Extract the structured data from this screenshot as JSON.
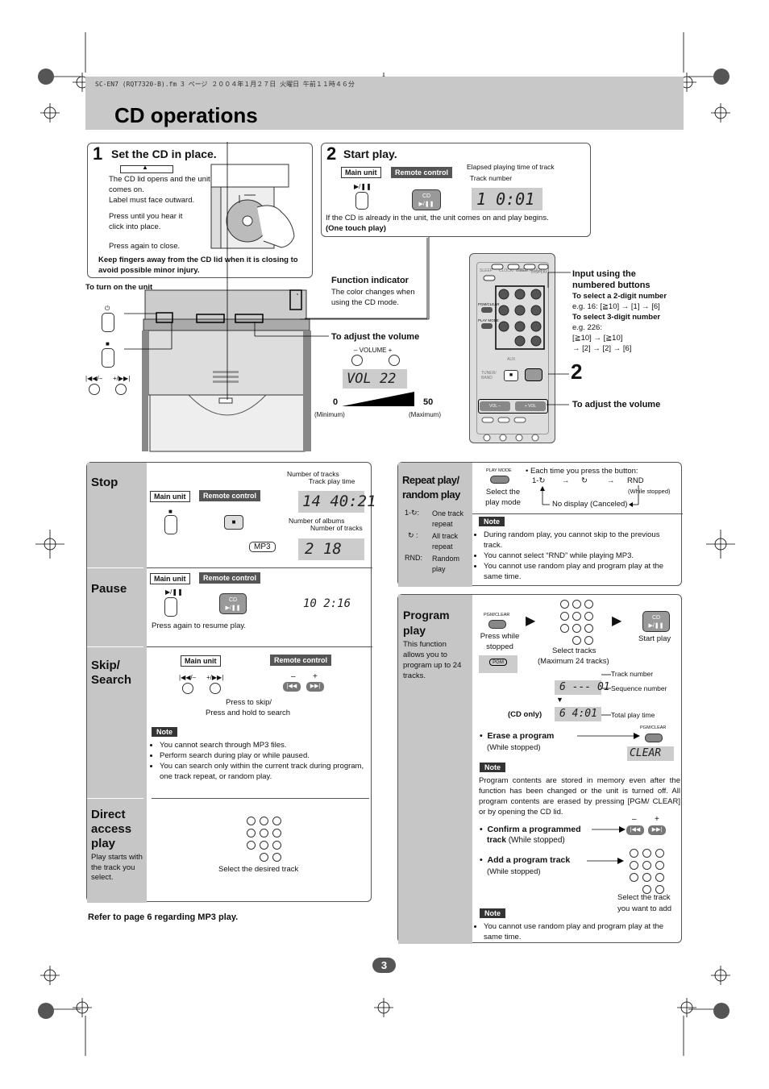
{
  "print_line": "SC-EN7 (RQT7320-B).fm  3 ページ  ２００４年１月２７日  火曜日  午前１１時４６分",
  "page_title": "CD operations",
  "step1": {
    "number": "1",
    "title": "Set the CD in place.",
    "lid_text": "The CD lid opens and the unit comes on.",
    "label_text": "Label must face outward.",
    "press_text": "Press until you hear it click into place.",
    "close_text": "Press again to close.",
    "warning": "Keep fingers away from the CD lid when it is closing to avoid possible minor injury."
  },
  "step2": {
    "number": "2",
    "title": "Start play.",
    "main_unit": "Main unit",
    "remote_control": "Remote control",
    "elapsed_label": "Elapsed playing time of track",
    "track_label": "Track number",
    "lcd": "1  0:01",
    "cd_button": "CD",
    "desc": "If the CD is already in the unit, the unit comes on and play begins.",
    "one_touch": "(One touch play)"
  },
  "unit_diagram": {
    "turn_on": "To turn on the unit",
    "function_title": "Function indicator",
    "function_desc": "The color changes when using the CD mode.",
    "volume_title": "To adjust the volume",
    "volume_label": "– VOLUME +",
    "vol_lcd": "VOL 22",
    "vol_min": "0",
    "vol_min_label": "(Minimum)",
    "vol_max": "50",
    "vol_max_label": "(Maximum)",
    "skip_left": "|◀◀/–",
    "skip_right": "+/▶▶|"
  },
  "remote_diagram": {
    "input_title": "Input using the numbered buttons",
    "two_digit": "To select a 2-digit number",
    "two_digit_eg": "e.g. 16: [≧10] → [1] → [6]",
    "three_digit": "To select 3-digit number",
    "three_digit_eg1": "e.g. 226:",
    "three_digit_eg2": "[≧10] → [≧10]",
    "three_digit_eg3": "→ [2] → [2] → [6]",
    "big2": "2",
    "volume_title": "To adjust the volume",
    "vol_minus": "VOL –",
    "vol_plus": "+ VOL",
    "aux": "AUX",
    "tuner": "TUNER/ BAND",
    "pgm_clear": "PGM/CLEAR",
    "play_mode": "PLAY MODE",
    "clock": "CLOCK/ TIMER",
    "timer": "TIMER ADJUST",
    "display": "DISPLAY",
    "sleep": "SLEEP"
  },
  "left_panel": {
    "stop": {
      "head": "Stop",
      "main_unit": "Main unit",
      "remote_control": "Remote control",
      "num_tracks": "Number of tracks",
      "play_time": "Track play time",
      "lcd1": "14  40:21",
      "num_albums": "Number of albums",
      "num_tracks2": "Number of tracks",
      "mp3": "MP3",
      "lcd2": "2    18"
    },
    "pause": {
      "head": "Pause",
      "main_unit": "Main unit",
      "remote_control": "Remote control",
      "lcd": "10  2:16",
      "resume": "Press again to resume play."
    },
    "skip": {
      "head1": "Skip/",
      "head2": "Search",
      "main_unit": "Main unit",
      "remote_control": "Remote control",
      "skip_left": "|◀◀/–",
      "skip_right": "+/▶▶|",
      "minus": "–",
      "plus": "+",
      "press_skip": "Press to skip/",
      "press_hold": "Press and hold to search",
      "note": "Note",
      "notes": [
        "You cannot search through MP3 files.",
        "Perform search during play or while paused.",
        "You can search only within the current track during program, one track repeat, or random play."
      ]
    },
    "direct": {
      "head1": "Direct",
      "head2": "access",
      "head3": "play",
      "desc": "Play starts with the track you select.",
      "select": "Select the desired track"
    },
    "mp3_ref": "Refer to page 6 regarding MP3 play."
  },
  "repeat_panel": {
    "head": "Repeat play/ random play",
    "items": [
      {
        "key": "1-↻:",
        "val": "One track repeat"
      },
      {
        "key": "↻ :",
        "val": "All track repeat"
      },
      {
        "key": "RND:",
        "val": "Random play"
      }
    ],
    "play_mode": "PLAY MODE",
    "select_mode": "Select the play mode",
    "each_time": "Each time you press the button:",
    "seq1": "1-↻",
    "seq2": "↻",
    "seq3": "RND",
    "while_stopped": "(While stopped)",
    "no_display": "No display (Canceled)",
    "note": "Note",
    "notes": [
      "During random play, you cannot skip to the previous track.",
      "You cannot select “RND” while playing MP3.",
      "You cannot use random play and program play at the same time."
    ]
  },
  "program_panel": {
    "head1": "Program",
    "head2": "play",
    "desc": "This function allows you to program up to 24 tracks.",
    "pgm_clear": "PGM/CLEAR",
    "press_stopped": "Press while stopped",
    "pgm": "PGM",
    "select_tracks": "Select tracks",
    "max24": "(Maximum 24 tracks)",
    "start_play": "Start play",
    "cd": "CD",
    "track_number": "Track number",
    "lcd1": "6  --- 01",
    "sequence_number": "Sequence number",
    "cd_only": "(CD only)",
    "lcd2": "6   4:01",
    "total_time": "Total play time",
    "erase": "Erase a program",
    "erase_sub": "(While stopped)",
    "clear_lcd": "CLEAR",
    "note": "Note",
    "note_text": "Program contents are stored in memory even after the function has been changed or the unit is turned off. All program contents are erased by pressing [PGM/ CLEAR] or by opening the CD lid.",
    "confirm": "Confirm a programmed",
    "confirm2": "track",
    "confirm_sub": "(While stopped)",
    "minus": "–",
    "plus": "+",
    "add": "Add a program track",
    "add_sub": "(While stopped)",
    "select_add1": "Select the track",
    "select_add2": "you want to add",
    "note2": "Note",
    "note2_text": "You cannot use random play and program play at the same time."
  },
  "page_number": "3"
}
